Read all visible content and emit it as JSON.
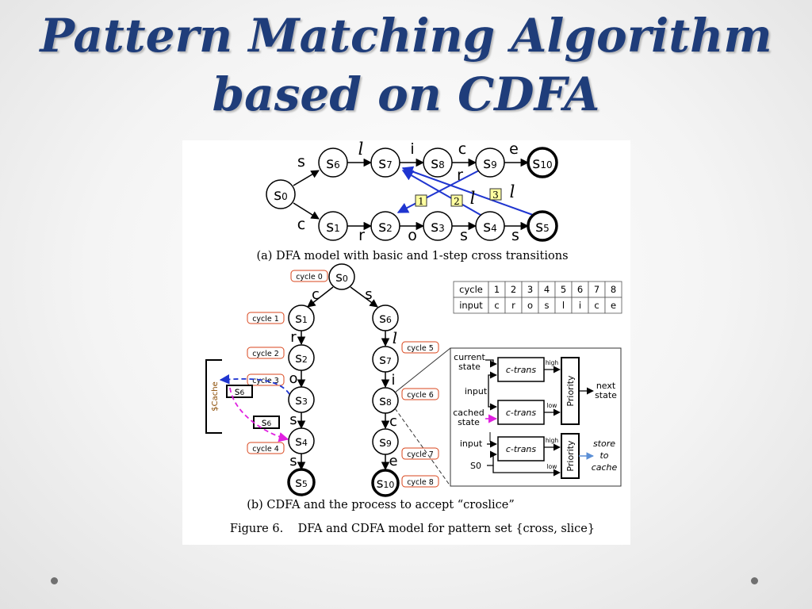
{
  "slide": {
    "title_line1": "Pattern Matching Algorithm",
    "title_line2": "based on CDFA",
    "colors": {
      "title": "#1f3d7a",
      "blue_arrow": "#1f35d0",
      "cycle_label": "#d9461c",
      "magenta": "#e020e0",
      "box_yellow": "#ffffa0"
    }
  },
  "figure": {
    "top": {
      "states": [
        {
          "id": "s0",
          "label": "s",
          "sub": "0",
          "accept": false
        },
        {
          "id": "s6",
          "label": "s",
          "sub": "6",
          "accept": false
        },
        {
          "id": "s7",
          "label": "s",
          "sub": "7",
          "accept": false
        },
        {
          "id": "s8",
          "label": "s",
          "sub": "8",
          "accept": false
        },
        {
          "id": "s9",
          "label": "s",
          "sub": "9",
          "accept": false
        },
        {
          "id": "s10",
          "label": "s",
          "sub": "10",
          "accept": true
        },
        {
          "id": "s1",
          "label": "s",
          "sub": "1",
          "accept": false
        },
        {
          "id": "s2",
          "label": "s",
          "sub": "2",
          "accept": false
        },
        {
          "id": "s3",
          "label": "s",
          "sub": "3",
          "accept": false
        },
        {
          "id": "s4",
          "label": "s",
          "sub": "4",
          "accept": false
        },
        {
          "id": "s5",
          "label": "s",
          "sub": "5",
          "accept": true
        }
      ],
      "edge_labels": {
        "s0_s6": "s",
        "s6_s7": "l",
        "s7_s8": "i",
        "s8_s9": "c",
        "s9_s10": "e",
        "s0_s1": "c",
        "s1_s2": "r",
        "s2_s3": "o",
        "s3_s4": "s",
        "s4_s5": "s",
        "cross_r": "r",
        "cross_l_2": "l",
        "cross_l_3": "l"
      },
      "cross_boxes": [
        "1",
        "2",
        "3"
      ],
      "caption": "(a) DFA model with basic and 1-step cross transitions"
    },
    "bottom": {
      "states": [
        {
          "id": "s0",
          "label": "s",
          "sub": "0",
          "accept": false
        },
        {
          "id": "s1",
          "label": "s",
          "sub": "1",
          "accept": false
        },
        {
          "id": "s2",
          "label": "s",
          "sub": "2",
          "accept": false
        },
        {
          "id": "s3",
          "label": "s",
          "sub": "3",
          "accept": false
        },
        {
          "id": "s4",
          "label": "s",
          "sub": "4",
          "accept": false
        },
        {
          "id": "s5",
          "label": "s",
          "sub": "5",
          "accept": true
        },
        {
          "id": "s6",
          "label": "s",
          "sub": "6",
          "accept": false
        },
        {
          "id": "s7",
          "label": "s",
          "sub": "7",
          "accept": false
        },
        {
          "id": "s8",
          "label": "s",
          "sub": "8",
          "accept": false
        },
        {
          "id": "s9",
          "label": "s",
          "sub": "9",
          "accept": false
        },
        {
          "id": "s10",
          "label": "s",
          "sub": "10",
          "accept": true
        }
      ],
      "edge_labels": {
        "s0_s1": "c",
        "s0_s6": "s",
        "s1_s2": "r",
        "s2_s3": "o",
        "s3_s4": "s",
        "s4_s5": "s",
        "s6_s7": "l",
        "s7_s8": "i",
        "s8_s9": "c",
        "s9_s10": "e"
      },
      "cycle_labels": [
        "cycle 0",
        "cycle 1",
        "cycle 2",
        "cycle 3",
        "cycle 4",
        "cycle 5",
        "cycle 6",
        "cycle 7",
        "cycle 8"
      ],
      "cache_label": "$Cache",
      "cached_state_label": "s",
      "cached_state_sub": "6",
      "table": {
        "headers": [
          "cycle",
          "1",
          "2",
          "3",
          "4",
          "5",
          "6",
          "7",
          "8"
        ],
        "row": [
          "input",
          "c",
          "r",
          "o",
          "s",
          "l",
          "i",
          "c",
          "e"
        ]
      },
      "logic": {
        "current_state": [
          "current",
          "state"
        ],
        "input": "input",
        "cached_state": [
          "cached",
          "state"
        ],
        "ctrans": "c-trans",
        "high": "high",
        "low": "low",
        "priority": "Priority",
        "next_state": [
          "next",
          "state"
        ],
        "input2": "input",
        "s0": "S0",
        "store": [
          "store",
          "to",
          "cache"
        ]
      },
      "caption": "(b) CDFA and the process to accept “croslice”"
    },
    "figure_caption": "Figure 6.    DFA and CDFA model for pattern set {cross, slice}"
  }
}
